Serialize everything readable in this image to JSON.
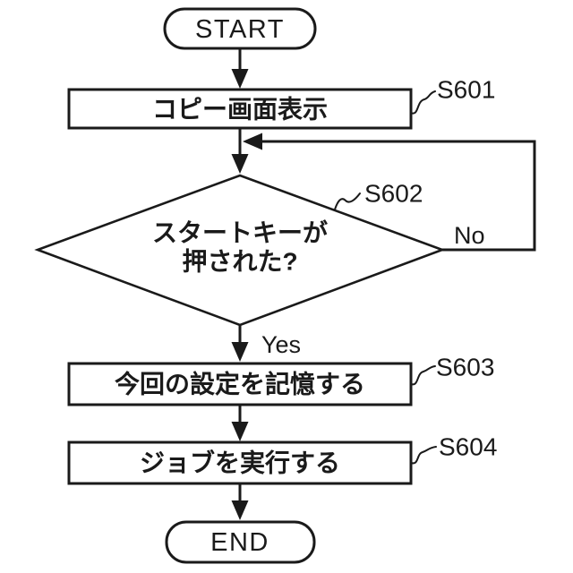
{
  "figure": {
    "type": "flowchart",
    "background": "#ffffff",
    "line_color": "#1a1a1a",
    "nodes": {
      "start": {
        "shape": "terminator",
        "label": "START"
      },
      "s601": {
        "shape": "process",
        "tag": "S601",
        "label": "コピー画面表示"
      },
      "s602": {
        "shape": "decision",
        "tag": "S602",
        "line1": "スタートキーが",
        "line2": "押された?",
        "yes_label": "Yes",
        "no_label": "No"
      },
      "s603": {
        "shape": "process",
        "tag": "S603",
        "label": "今回の設定を記憶する"
      },
      "s604": {
        "shape": "process",
        "tag": "S604",
        "label": "ジョブを実行する"
      },
      "end": {
        "shape": "terminator",
        "label": "END"
      }
    }
  }
}
